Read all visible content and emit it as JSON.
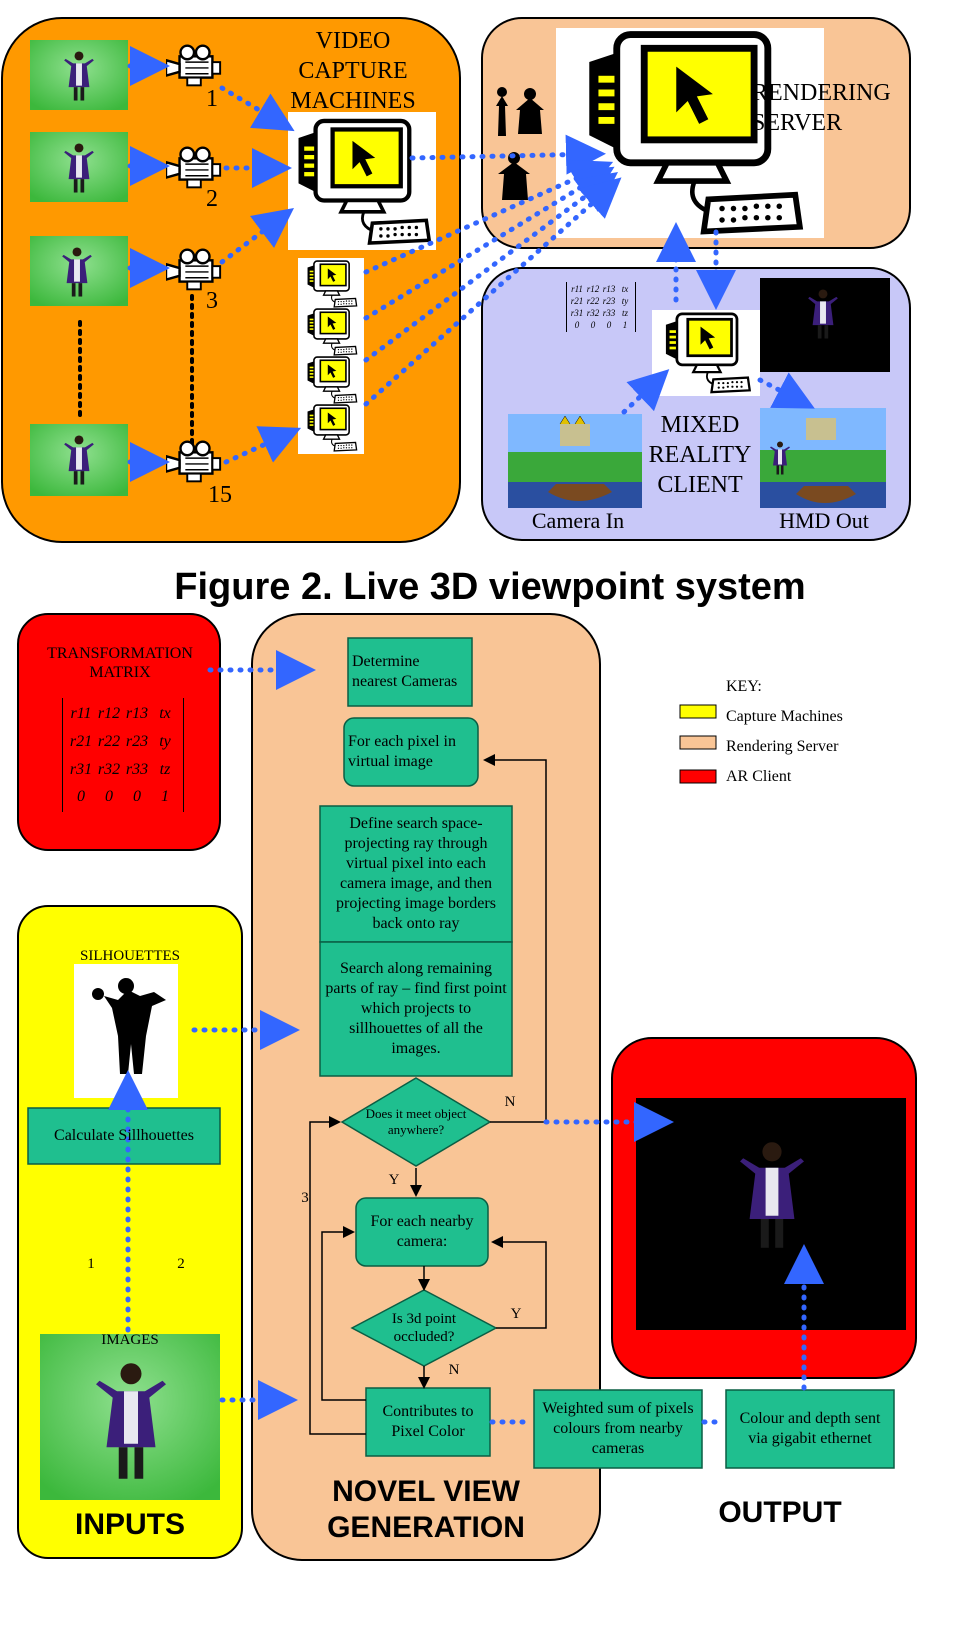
{
  "figure_caption": "Figure 2. Live 3D viewpoint system",
  "top": {
    "capture_title": [
      "VIDEO",
      "CAPTURE",
      "MACHINES"
    ],
    "camera_numbers": [
      "1",
      "2",
      "3",
      "15"
    ],
    "rendering_server": [
      "RENDERING",
      "SERVER"
    ],
    "mixed_reality_client": [
      "MIXED",
      "REALITY",
      "CLIENT"
    ],
    "camera_in": "Camera In",
    "hmd_out": "HMD Out",
    "small_matrix": [
      [
        "r11",
        "r12",
        "r13",
        "tx"
      ],
      [
        "r21",
        "r22",
        "r23",
        "ty"
      ],
      [
        "r31",
        "r32",
        "r33",
        "tz"
      ],
      [
        "0",
        "0",
        "0",
        "1"
      ]
    ]
  },
  "bottom": {
    "transformation_title": [
      "TRANSFORMATION",
      "MATRIX"
    ],
    "matrix": [
      [
        "r11",
        "r12",
        "r13",
        "tx"
      ],
      [
        "r21",
        "r22",
        "r23",
        "ty"
      ],
      [
        "r31",
        "r32",
        "r33",
        "tz"
      ],
      [
        "0",
        "0",
        "0",
        "1"
      ]
    ],
    "silhouettes_label": "SILHOUETTES",
    "calc_silhouettes": "Calculate Sillhouettes",
    "images_label": "IMAGES",
    "num1": "1",
    "num2": "2",
    "num3": "3",
    "determine_cameras": "Determine nearest Cameras",
    "for_each_pixel": "For each pixel in virtual image",
    "define_search": "Define search space- projecting ray through virtual pixel into each camera image, and then projecting image borders back onto ray",
    "search_along": "Search along remaining parts of ray – find first point which projects to sillhouettes of all the images.",
    "does_it_meet": "Does it meet object anywhere?",
    "n1": "N",
    "y1": "Y",
    "for_each_camera": "For each nearby camera:",
    "is_occluded": "Is 3d point occluded?",
    "y2": "Y",
    "n2": "N",
    "contributes": "Contributes to Pixel Color",
    "weighted_sum": "Weighted sum of pixels colours from nearby cameras",
    "colour_depth": "Colour and depth sent via gigabit ethernet",
    "inputs": "INPUTS",
    "novel_view": [
      "NOVEL VIEW",
      "GENERATION"
    ],
    "output": "OUTPUT"
  },
  "key": {
    "title": "KEY:",
    "items": [
      {
        "label": "Capture Machines",
        "color": "#ffff00"
      },
      {
        "label": "Rendering Server",
        "color": "#f9c596"
      },
      {
        "label": "AR Client",
        "color": "#ff0000"
      }
    ]
  },
  "colors": {
    "capture_bg": "#ff9900",
    "server_bg": "#f9c596",
    "client_bg": "#c8c8f8",
    "flow_green": "#1fbf8f",
    "arrow_blue": "#3366ff",
    "inputs_yellow": "#ffff00",
    "ar_red": "#ff0000"
  }
}
